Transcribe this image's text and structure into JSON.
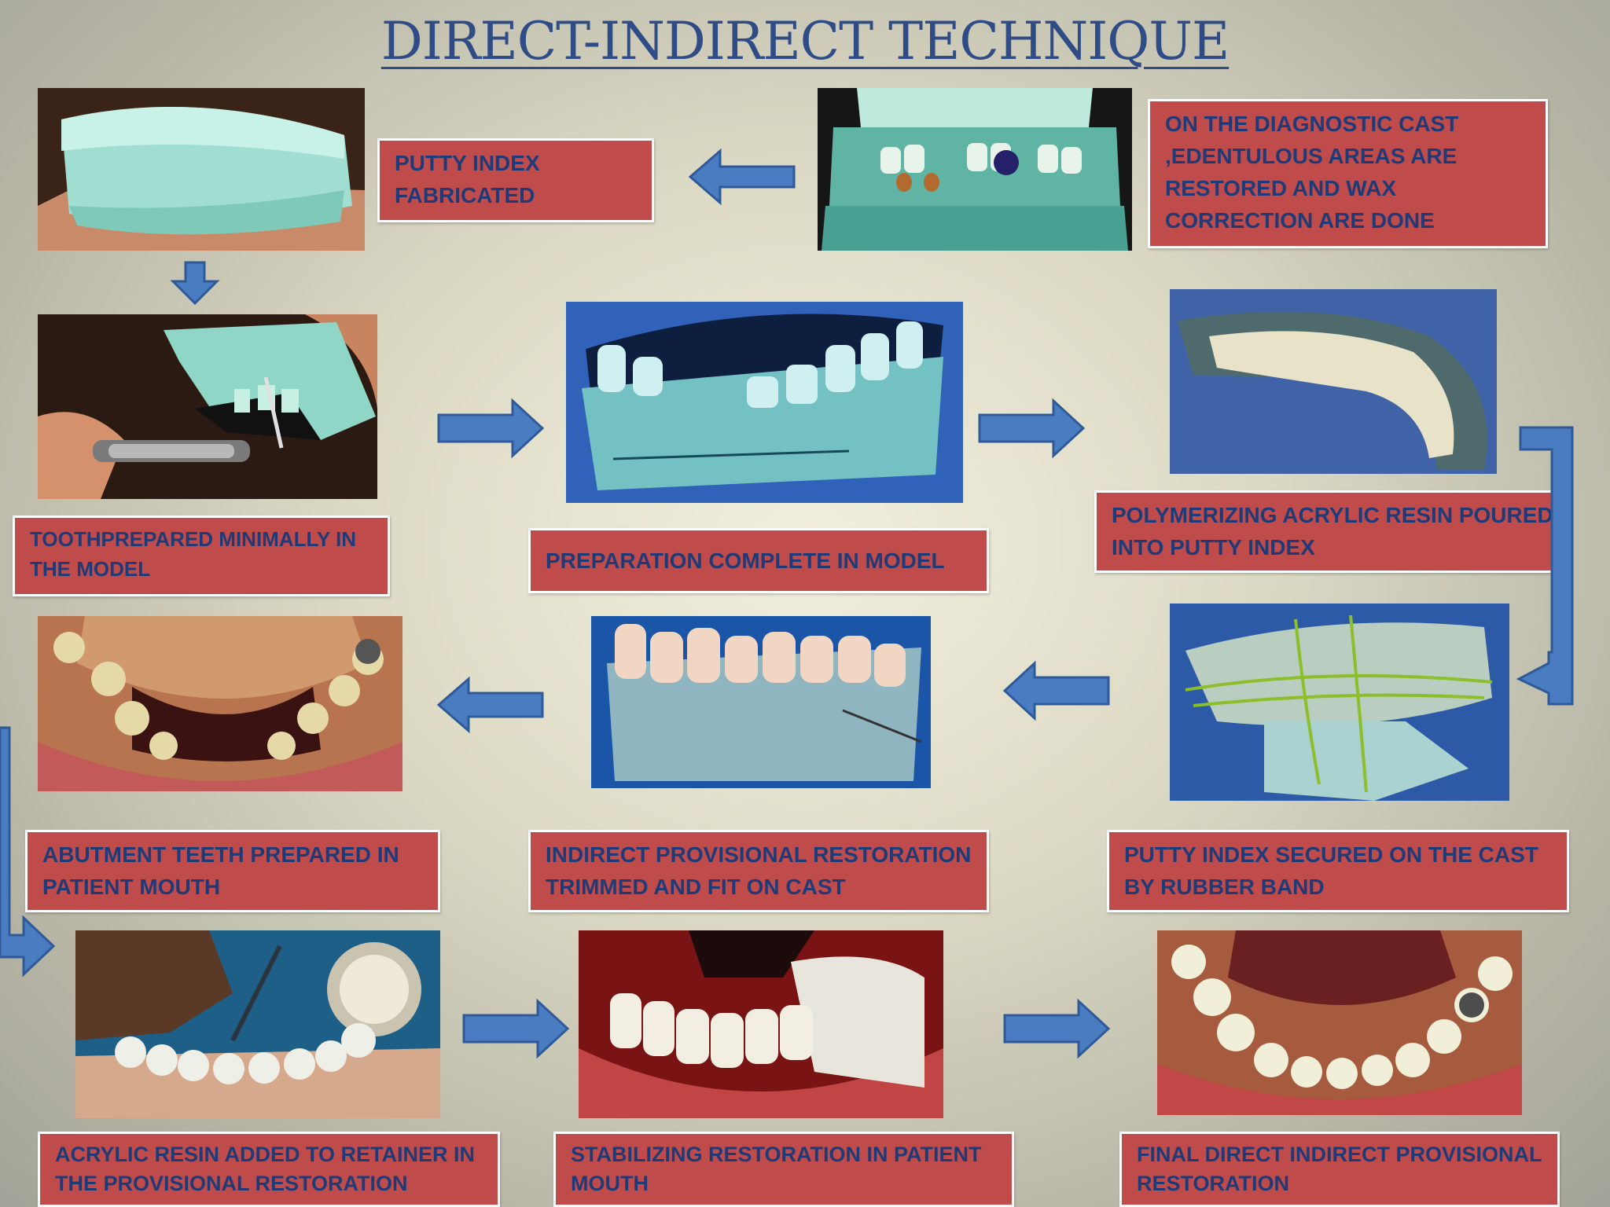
{
  "title": "DIRECT-INDIRECT TECHNIQUE",
  "colors": {
    "label_bg": "#bf4b4b",
    "label_text": "#1e3b78",
    "arrow_fill": "#4a7cc2",
    "arrow_stroke": "#2f5a98",
    "title": "#2f4c86"
  },
  "steps": {
    "diagnostic_cast": "ON THE DIAGNOSTIC CAST ,EDENTULOUS AREAS ARE RESTORED AND WAX CORRECTION ARE DONE",
    "putty_index": "PUTTY INDEX FABRICATED",
    "tooth_prepared": "TOOTHPREPARED MINIMALLY IN THE MODEL",
    "preparation_complete": "PREPARATION COMPLETE IN MODEL",
    "acrylic_poured": "POLYMERIZING ACRYLIC RESIN POURED INTO PUTTY INDEX",
    "putty_secured": "PUTTY INDEX SECURED ON THE CAST BY RUBBER BAND",
    "trimmed_fit": "INDIRECT PROVISIONAL RESTORATION TRIMMED AND FIT ON CAST",
    "abutment_prepared": "ABUTMENT TEETH PREPARED IN PATIENT MOUTH",
    "resin_added": "ACRYLIC RESIN ADDED TO RETAINER IN THE PROVISIONAL RESTORATION",
    "stabilizing": "STABILIZING RESTORATION IN PATIENT MOUTH",
    "final": "FINAL DIRECT INDIRECT PROVISIONAL RESTORATION"
  }
}
